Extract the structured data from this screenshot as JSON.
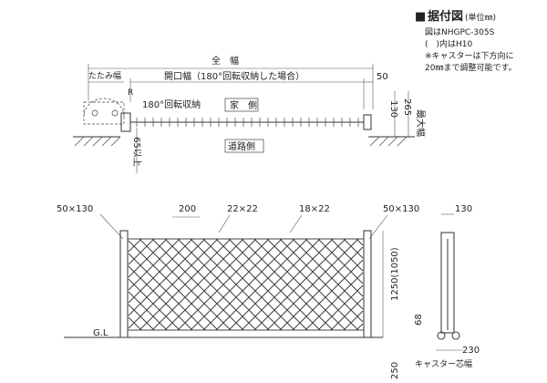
{
  "title": {
    "square": "■",
    "main": "据付図",
    "unit": "(単位㎜)"
  },
  "notes": [
    "図はNHGPC-305S",
    "(　)内はH10",
    "※キャスターは下方向に",
    "20㎜まで調整可能です。"
  ],
  "plan": {
    "zenpuku": "全　幅",
    "kaikou": "開口幅（180°回転収納した場合）",
    "tatami": "たたみ幅",
    "rot": "180°回転収納",
    "ie": "家　側",
    "doro": "道路側",
    "d50": "50",
    "d130": "130",
    "d265": "265",
    "saidai": "最大幅",
    "d65": "65以上"
  },
  "elev": {
    "post_l": "50×130",
    "post_r": "50×130",
    "pitch": "200",
    "pipe_a": "22×22",
    "pipe_b": "18×22",
    "h1250": "1250(1050)",
    "d68": "68",
    "d250": "250",
    "gl": "G.L",
    "side130": "130",
    "side230": "230",
    "caster": "キャスター芯幅"
  }
}
